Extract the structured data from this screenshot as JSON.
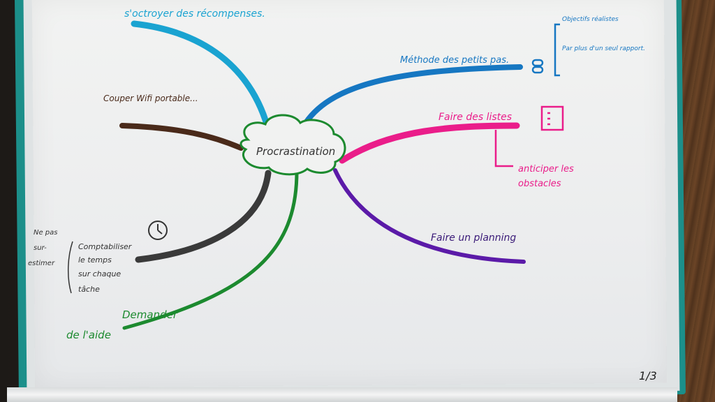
{
  "colors": {
    "paper": "#eeefef",
    "cyan": "#1aa3d1",
    "blue": "#1677c2",
    "magenta": "#ea1d8a",
    "purple": "#5b1aa8",
    "green": "#1c8a2f",
    "dark_grey": "#3a3a3a",
    "brown": "#4a2a1a"
  },
  "center": {
    "label": "Procrastination"
  },
  "branches": {
    "top_left": "s'octroyer des récompenses.",
    "upper_left": "Couper Wifi portable...",
    "method": "Méthode des petits pas.",
    "method_notes": [
      "Objectifs réalistes",
      "Par plus d'un seul rapport."
    ],
    "lists": "Faire des listes",
    "lists_sub": [
      "anticiper les",
      "obstacles"
    ],
    "planning": "Faire un planning",
    "help": [
      "Demander",
      "de l'aide"
    ],
    "time_note_left": [
      "Ne pas",
      "sur-",
      "estimer"
    ],
    "time_note_right": [
      "Comptabiliser",
      "le temps",
      "sur chaque",
      "tâche"
    ]
  },
  "page_number": "1/3",
  "icons": [
    "chain-link-icon",
    "checklist-icon",
    "clock-icon"
  ]
}
